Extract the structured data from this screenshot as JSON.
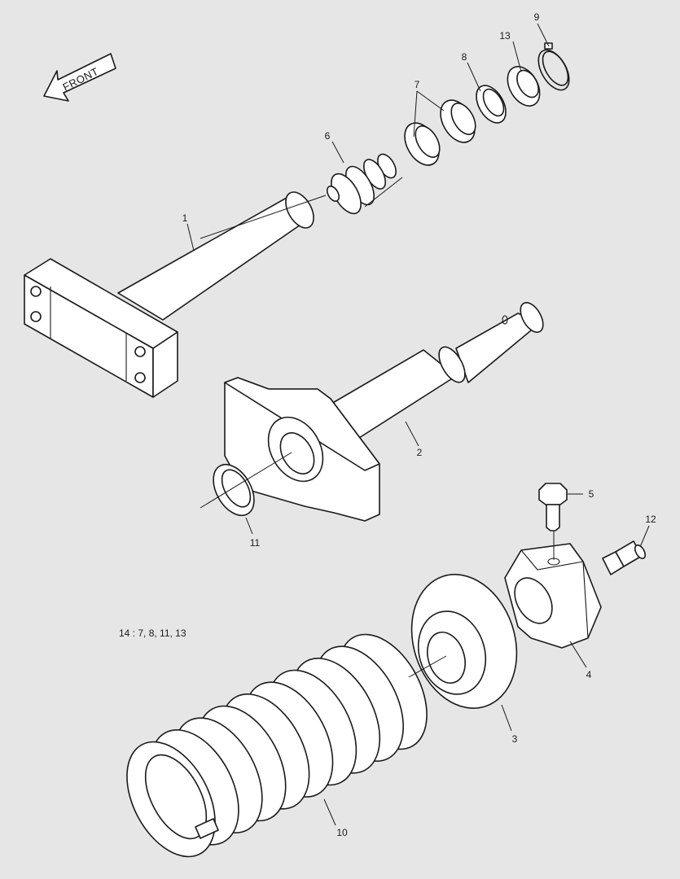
{
  "direction_arrow": {
    "label": "FRONT"
  },
  "callouts": [
    {
      "id": "1",
      "label": "1"
    },
    {
      "id": "2",
      "label": "2"
    },
    {
      "id": "3",
      "label": "3"
    },
    {
      "id": "4",
      "label": "4"
    },
    {
      "id": "5",
      "label": "5"
    },
    {
      "id": "6",
      "label": "6"
    },
    {
      "id": "7",
      "label": "7"
    },
    {
      "id": "8",
      "label": "8"
    },
    {
      "id": "9",
      "label": "9"
    },
    {
      "id": "10",
      "label": "10"
    },
    {
      "id": "11",
      "label": "11"
    },
    {
      "id": "12",
      "label": "12"
    },
    {
      "id": "13",
      "label": "13"
    }
  ],
  "kit_note": "14 : 7, 8, 11, 13",
  "colors": {
    "background": "#e6e6e6",
    "line": "#1a1a1a",
    "fill": "#ffffff"
  }
}
